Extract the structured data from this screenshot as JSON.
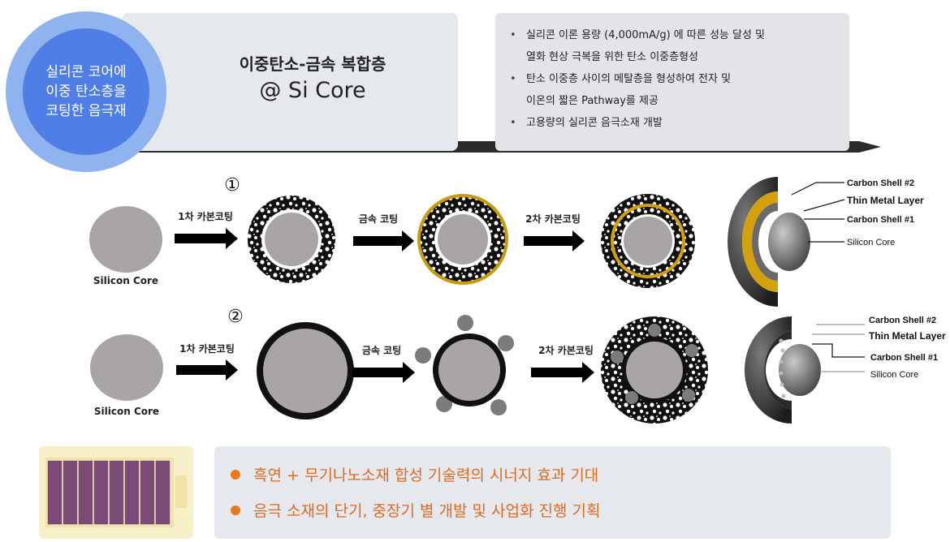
{
  "badge": {
    "line1": "실리콘 코어에",
    "line2": "이중 탄소층을",
    "line3": "코팅한 음극재"
  },
  "title": {
    "line1": "이중탄소-금속 복합층",
    "line2": "@ Si Core"
  },
  "bullets": [
    "실리콘 이론 용량 (4,000mA/g) 에 따른 성능 달성 및",
    "열화 현상 극복을 위한 탄소 이중층형성",
    "탄소 이중층 사이의 메탈층을 형성하여 전자 및",
    "이온의 짧은 Pathway를 제공",
    "고용량의 실리콘 음극소재 개발"
  ],
  "routes": [
    {
      "marker": "①",
      "core_label": "Silicon Core",
      "steps": [
        "1차 카본코팅",
        "금속 코팅",
        "2차 카본코팅"
      ],
      "legend": [
        "Carbon Shell #2",
        "Thin Metal Layer",
        "Carbon Shell #1",
        "Silicon Core"
      ]
    },
    {
      "marker": "②",
      "core_label": "Silicon Core",
      "steps": [
        "1차 카본코팅",
        "금속 코팅",
        "2차 카본코팅"
      ],
      "legend": [
        "Carbon Shell #2",
        "Thin Metal Layer",
        "Carbon Shell #1",
        "Silicon Core"
      ]
    }
  ],
  "summary": [
    "흑연 + 무기나노소재 합성 기술력의 시너지 효과 기대",
    "음극 소재의 단기, 중장기 별 개발 및 사업화 진행 기획"
  ],
  "colors": {
    "badge": "#4f7fe6",
    "panel": "#e5e8ed",
    "accent": "#e26a1c",
    "core": "#a9a5a5",
    "metal": "#d4a10c",
    "battery_cell": "#7a4b76"
  },
  "icons": [
    "arrow-right-icon",
    "battery-icon",
    "bullet-dot-icon"
  ]
}
